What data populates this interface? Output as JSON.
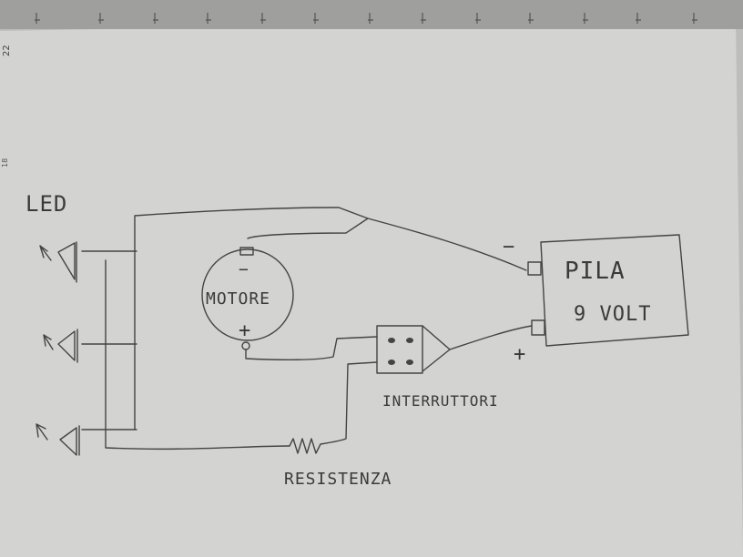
{
  "labels": {
    "led": "LED",
    "motor": "MOTORE",
    "motor_minus": "−",
    "motor_plus": "+",
    "battery_name": "PILA",
    "battery_voltage": "9 VOLT",
    "battery_minus": "−",
    "battery_plus": "+",
    "switches": "INTERRUTTORI",
    "resistor": "RESISTENZA"
  },
  "page_margin_numbers": {
    "top_left": "22",
    "left_edge": "18"
  },
  "colors": {
    "paper": "#d6d6d4",
    "pencil": "#444444",
    "background": "#bdbdbb"
  }
}
